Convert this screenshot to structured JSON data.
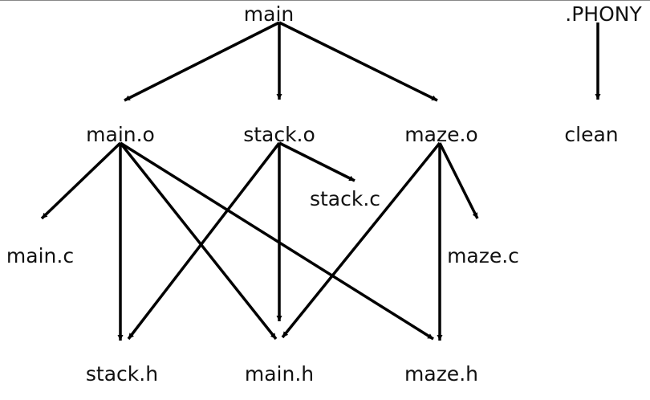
{
  "graph": {
    "nodes": {
      "main": "main",
      "phony": ".PHONY",
      "main_o": "main.o",
      "stack_o": "stack.o",
      "maze_o": "maze.o",
      "clean": "clean",
      "stack_c": "stack.c",
      "main_c": "main.c",
      "maze_c": "maze.c",
      "stack_h": "stack.h",
      "main_h": "main.h",
      "maze_h": "maze.h"
    },
    "edges": [
      {
        "source": "main",
        "target": "main_o"
      },
      {
        "source": "main",
        "target": "stack_o"
      },
      {
        "source": "main",
        "target": "maze_o"
      },
      {
        "source": "phony",
        "target": "clean"
      },
      {
        "source": "main_o",
        "target": "main_c"
      },
      {
        "source": "main_o",
        "target": "stack_h"
      },
      {
        "source": "main_o",
        "target": "main_h"
      },
      {
        "source": "main_o",
        "target": "maze_h"
      },
      {
        "source": "stack_o",
        "target": "stack_c"
      },
      {
        "source": "stack_o",
        "target": "stack_h"
      },
      {
        "source": "stack_o",
        "target": "main_h"
      },
      {
        "source": "maze_o",
        "target": "maze_c"
      },
      {
        "source": "maze_o",
        "target": "main_h"
      },
      {
        "source": "maze_o",
        "target": "maze_h"
      }
    ],
    "edge_color": "#000000"
  }
}
